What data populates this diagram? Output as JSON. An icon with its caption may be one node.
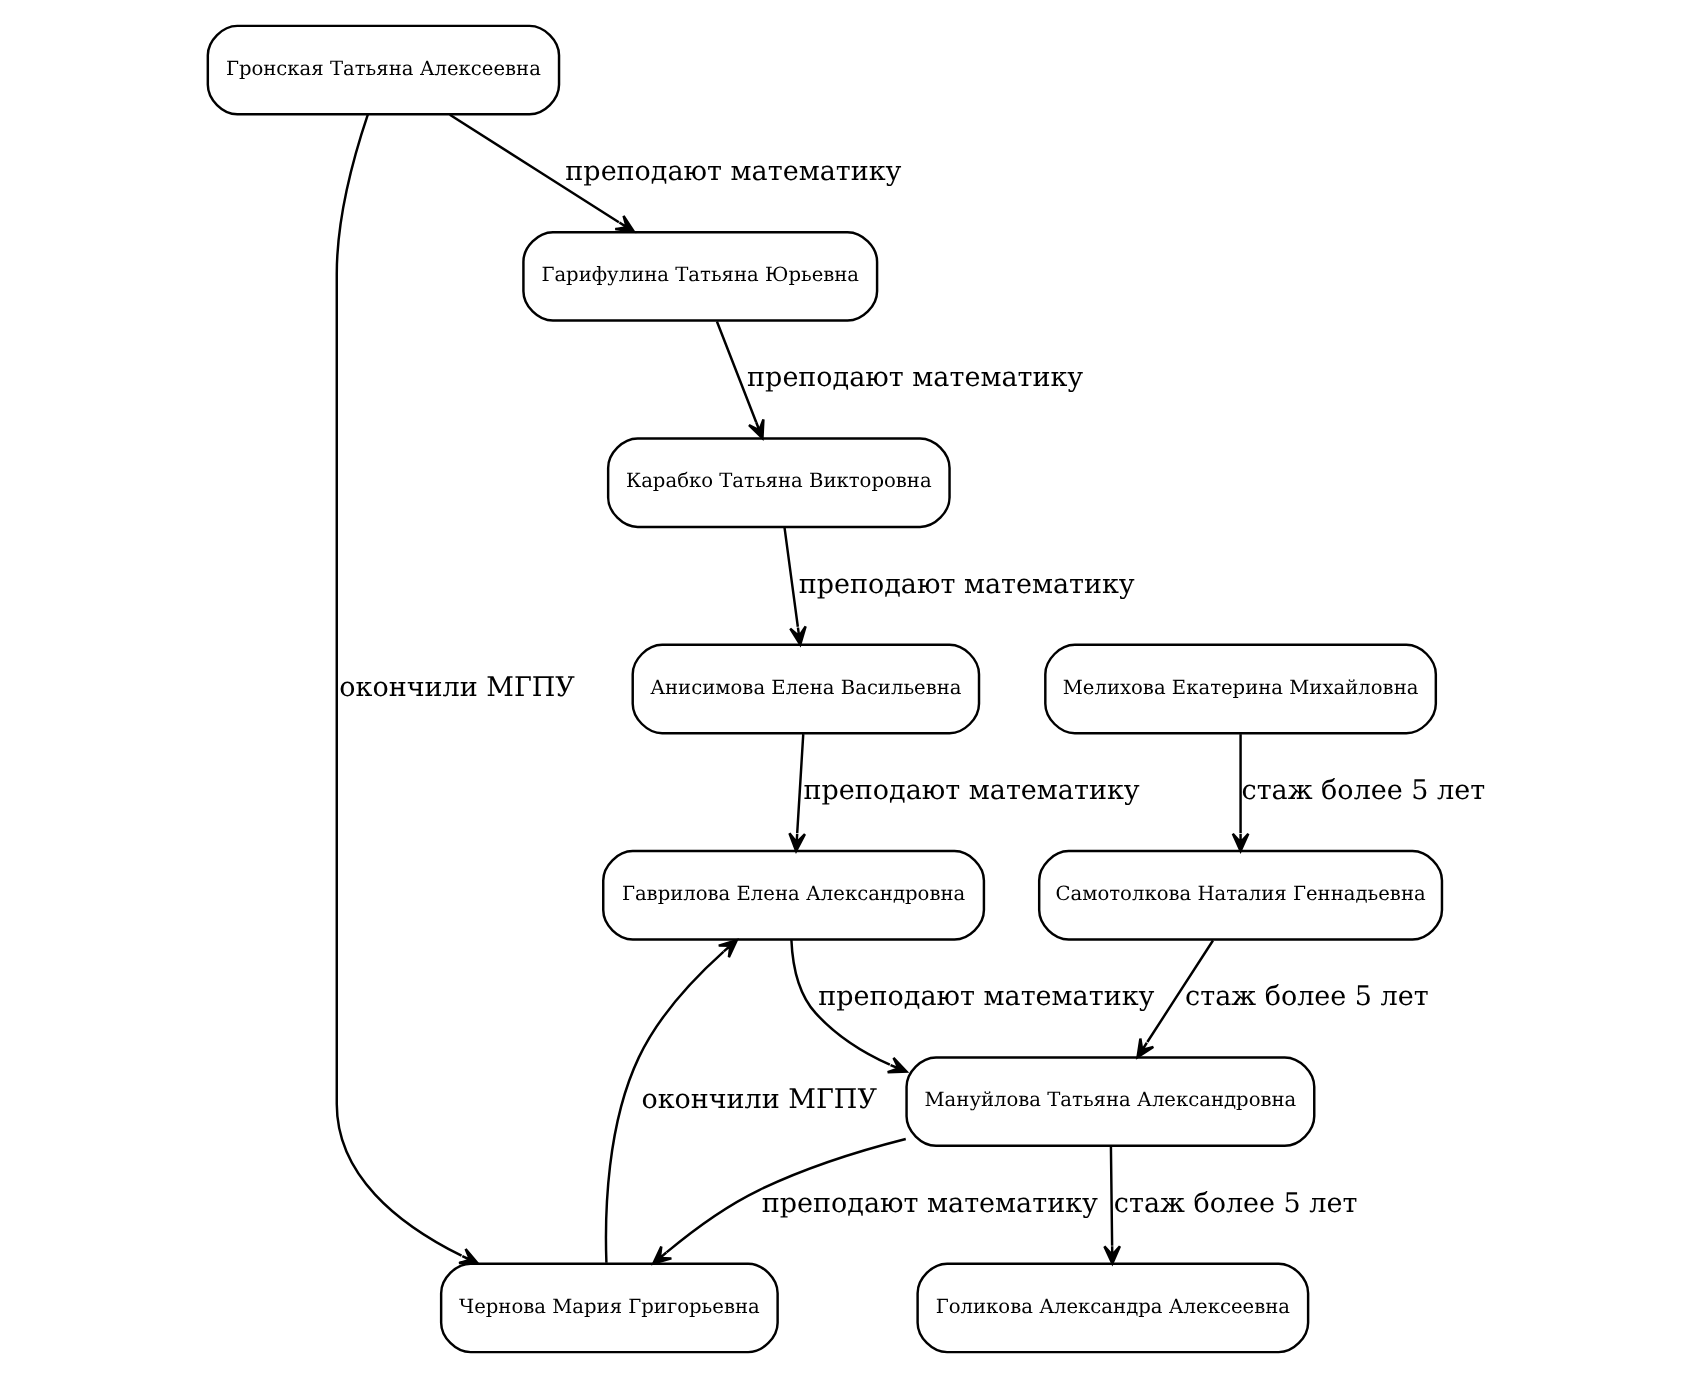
{
  "diagram": {
    "nodes": [
      {
        "text": [
          "Гронская Татьяна Алексеевна"
        ]
      },
      {
        "text": [
          "Гарифулина Татьяна Юрьевна"
        ]
      },
      {
        "text": [
          "Карабко Татьяна Викторовна"
        ]
      },
      {
        "text": [
          "Чернова Мария Григорьевна"
        ]
      },
      {
        "text": [
          "Анисимова Елена Васильевна"
        ]
      },
      {
        "text": [
          "Мелихова Екатерина Михайловна"
        ]
      },
      {
        "text": [
          "Гаврилова Елена Александровна"
        ]
      },
      {
        "text": [
          "Самотолкова Наталия Геннадьевна"
        ]
      },
      {
        "text": [
          "Мануйлова Татьяна Александровна"
        ]
      },
      {
        "text": [
          "Голикова Александра Алексеевна"
        ]
      }
    ],
    "edges": [
      {
        "from": 0,
        "to": 1,
        "arrow": "to",
        "label": "преподают математику"
      },
      {
        "from": 0,
        "to": 3,
        "arrow": "to",
        "label": "окончили МГПУ"
      },
      {
        "from": 1,
        "to": 2,
        "arrow": "to",
        "label": "преподают математику"
      },
      {
        "from": 2,
        "to": 4,
        "arrow": "to",
        "label": "преподают математику"
      },
      {
        "from": 3,
        "to": 6,
        "arrow": "to",
        "label": "окончили МГПУ"
      },
      {
        "from": 4,
        "to": 6,
        "arrow": "to",
        "label": "преподают математику"
      },
      {
        "from": 5,
        "to": 7,
        "arrow": "to",
        "label": "стаж более 5 лет"
      },
      {
        "from": 6,
        "to": 8,
        "arrow": "to",
        "label": "преподают математику"
      },
      {
        "from": 7,
        "to": 8,
        "arrow": "to",
        "label": "стаж более 5 лет"
      },
      {
        "from": 8,
        "to": 3,
        "arrow": "to",
        "label": "преподают математику"
      },
      {
        "from": 8,
        "to": 9,
        "arrow": "to",
        "label": "стаж более 5 лет"
      }
    ]
  }
}
